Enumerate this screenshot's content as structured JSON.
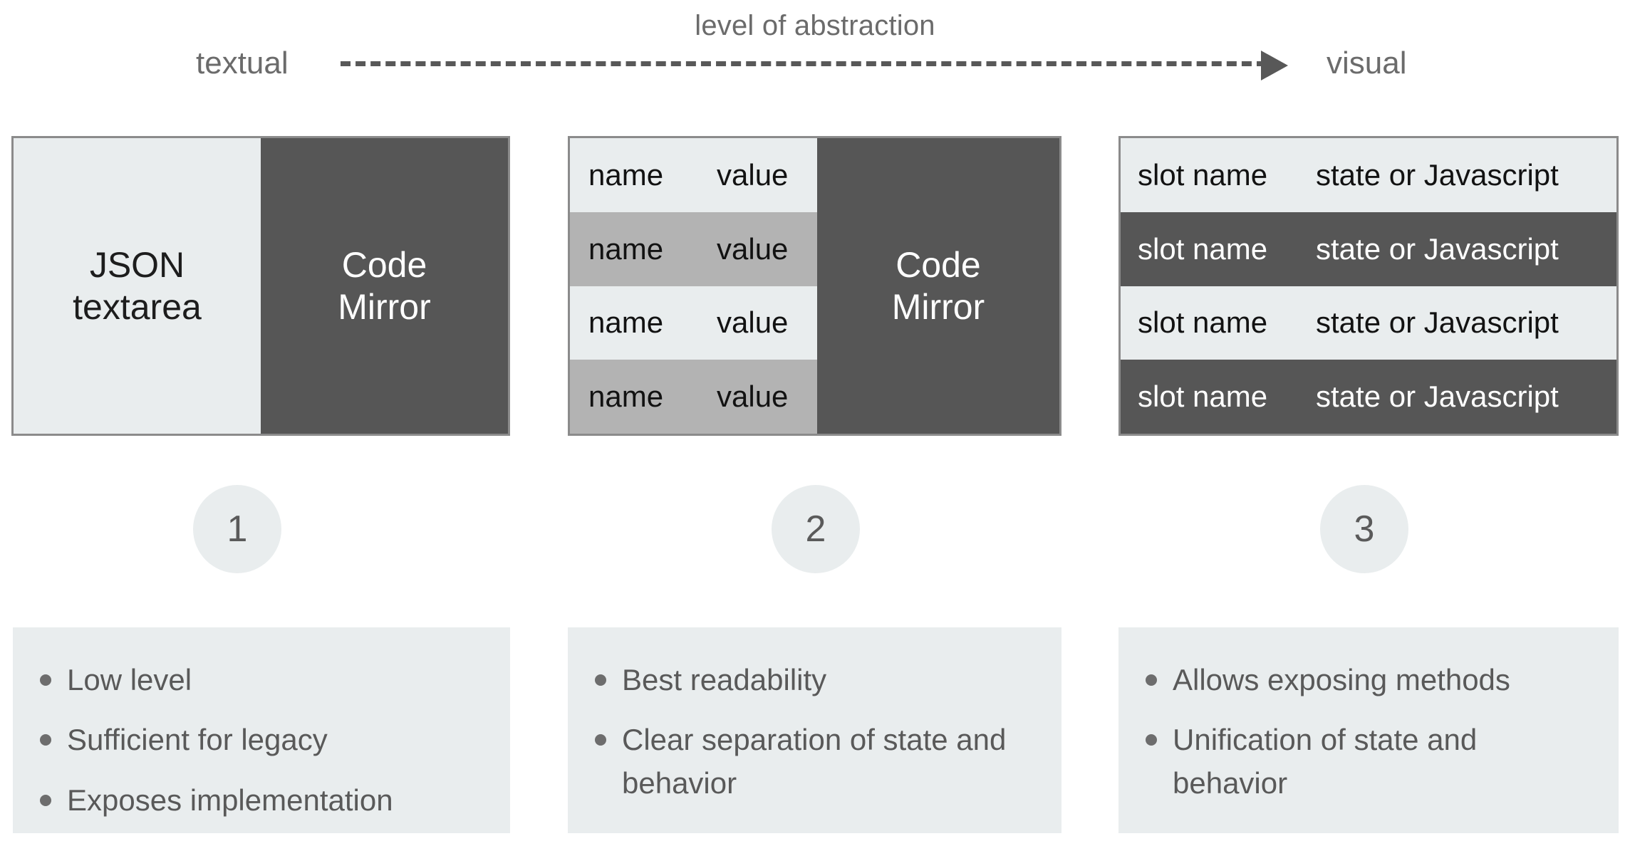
{
  "axis": {
    "caption": "level of abstraction",
    "left_label": "textual",
    "right_label": "visual",
    "arrow_direction": "right",
    "line_style": "dashed"
  },
  "panels": [
    {
      "id": 1,
      "step_number": "1",
      "left_pane": {
        "kind": "light",
        "label": "JSON\ntextarea"
      },
      "right_pane": {
        "kind": "dark",
        "label": "Code\nMirror"
      }
    },
    {
      "id": 2,
      "step_number": "2",
      "rows": [
        {
          "name": "name",
          "value": "value",
          "zebra": "light"
        },
        {
          "name": "name",
          "value": "value",
          "zebra": "gray"
        },
        {
          "name": "name",
          "value": "value",
          "zebra": "light"
        },
        {
          "name": "name",
          "value": "value",
          "zebra": "gray"
        }
      ],
      "right_pane": {
        "kind": "dark",
        "label": "Code\nMirror"
      }
    },
    {
      "id": 3,
      "step_number": "3",
      "rows": [
        {
          "name": "slot name",
          "value": "state or Javascript",
          "zebra": "light"
        },
        {
          "name": "slot name",
          "value": "state or Javascript",
          "zebra": "dark"
        },
        {
          "name": "slot name",
          "value": "state or Javascript",
          "zebra": "light"
        },
        {
          "name": "slot name",
          "value": "state or Javascript",
          "zebra": "dark"
        }
      ]
    }
  ],
  "benefits": [
    {
      "for_panel": 1,
      "items": [
        "Low level",
        "Sufficient for legacy",
        "Exposes implementation"
      ]
    },
    {
      "for_panel": 2,
      "items": [
        "Best readability",
        "Clear separation of state and behavior"
      ]
    },
    {
      "for_panel": 3,
      "items": [
        "Allows exposing methods",
        "Unification of state and behavior"
      ]
    }
  ],
  "colors": {
    "background": "#ffffff",
    "light_fill": "#e9edee",
    "mid_gray_fill": "#b3b3b3",
    "dark_fill": "#565656",
    "border": "#8b8b8b",
    "text_gray": "#5a5a5a",
    "text_dark": "#121212",
    "text_light": "#ffffff"
  }
}
